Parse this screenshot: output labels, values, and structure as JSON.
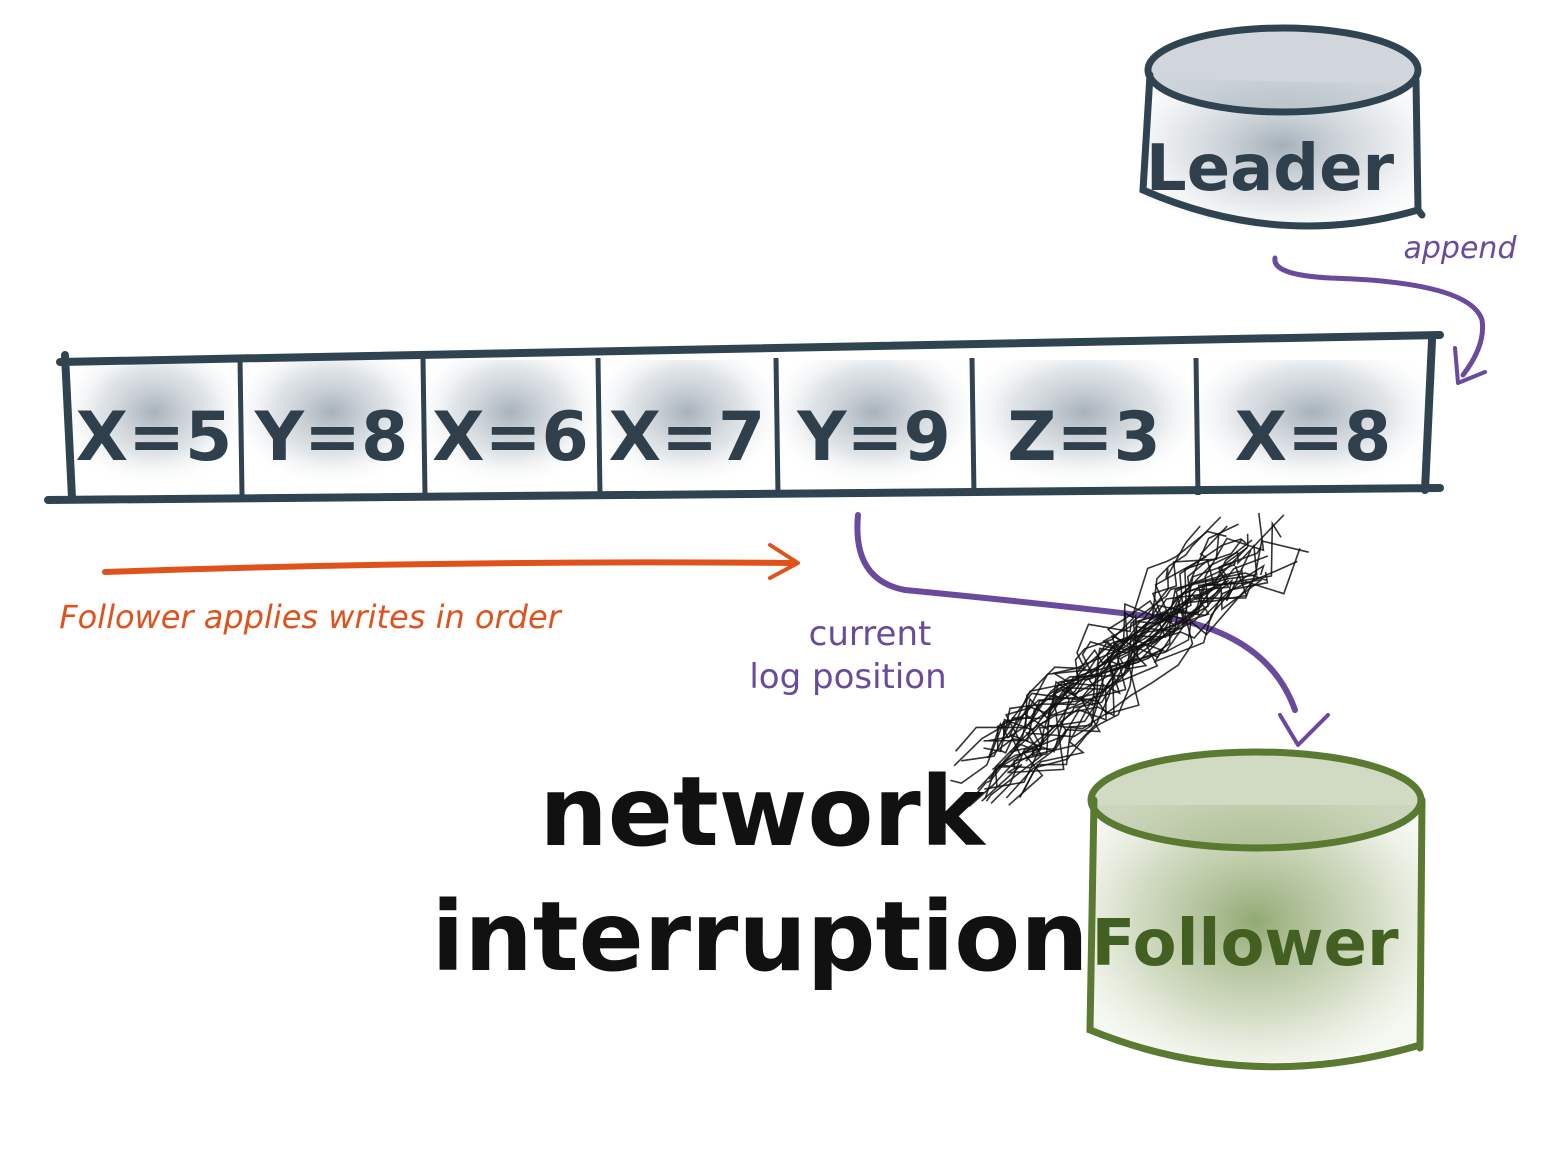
{
  "log": {
    "entries": [
      "X=5",
      "Y=8",
      "X=6",
      "X=7",
      "Y=9",
      "Z=3",
      "X=8"
    ]
  },
  "leader": {
    "label": "Leader"
  },
  "follower": {
    "label": "Follower"
  },
  "labels": {
    "append": "append",
    "current_log_position_line1": "current",
    "current_log_position_line2": "log position",
    "apply_order": "Follower applies writes in order",
    "network_line1": "network",
    "network_line2": "interruption"
  },
  "colors": {
    "log_stroke": "#2f4350",
    "purple": "#6a4a9c",
    "orange": "#e0521c",
    "follower_green": "#5a7a32",
    "text_dark": "#111111"
  }
}
